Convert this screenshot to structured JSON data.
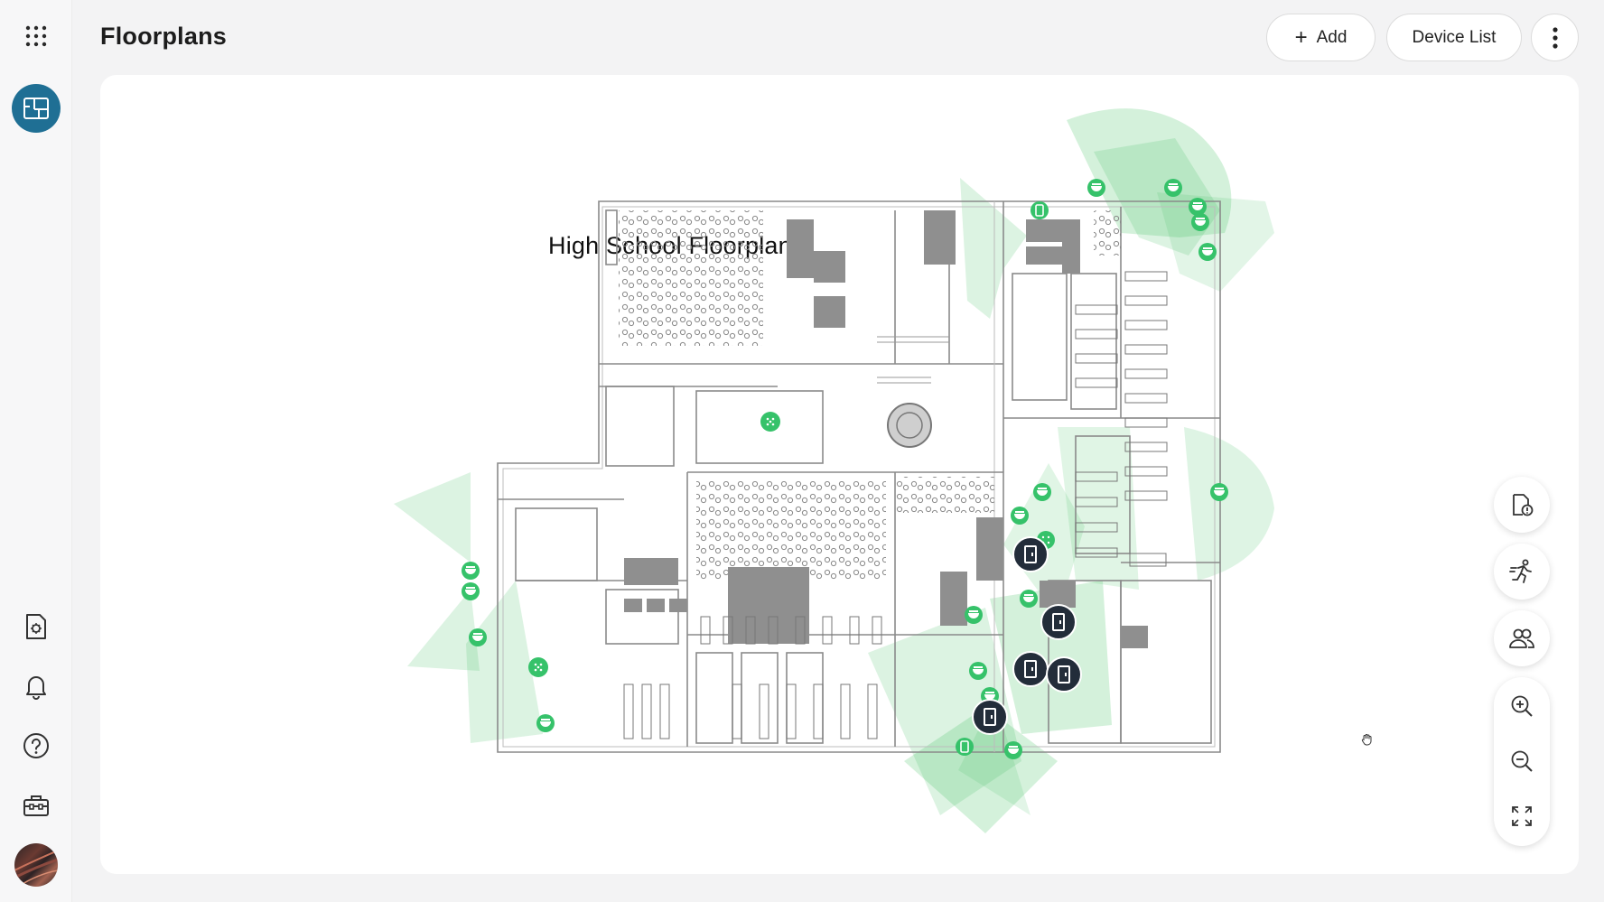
{
  "page": {
    "title": "Floorplans"
  },
  "header": {
    "add_label": "Add",
    "device_list_label": "Device List"
  },
  "floorplan": {
    "title": "High School Floorplan",
    "coverage_color": "#3dbf5c",
    "camera_color": "#36c26a",
    "door_color": "#232d3a"
  },
  "sidebar": {
    "items": [
      "apps-grid-icon",
      "floorplan-icon",
      "reports-icon",
      "bell-icon",
      "help-icon",
      "toolbox-icon",
      "avatar"
    ]
  },
  "tools": [
    "device-status-icon",
    "activity-icon",
    "people-icon",
    "zoom-in-icon",
    "zoom-out-icon",
    "fit-screen-icon"
  ],
  "colors": {
    "accent": "#1f6f94",
    "canvas": "#ffffff",
    "background": "#f3f3f4"
  }
}
